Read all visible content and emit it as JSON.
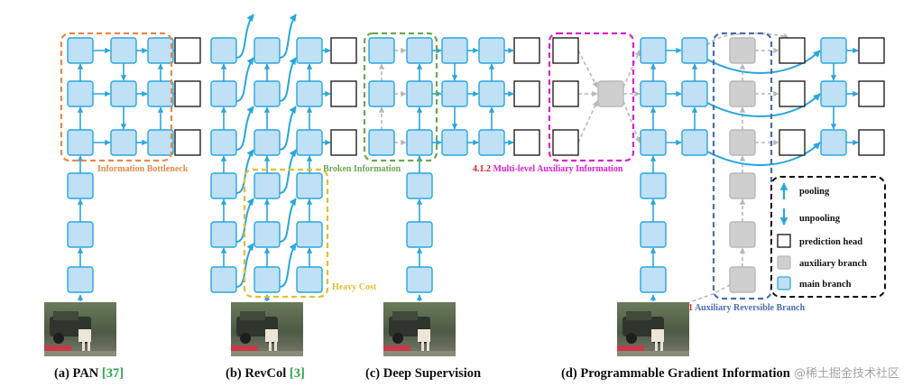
{
  "captions": {
    "pan_prefix": "(a) PAN ",
    "pan_ref": "[37]",
    "revcol_prefix": "(b) RevCol ",
    "revcol_ref": "[3]",
    "deep_supervision": "(c) Deep Supervision",
    "pgi": "(d) Programmable Gradient Information"
  },
  "annotations": {
    "info_bottleneck": "Information Bottleneck",
    "heavy_cost": "Heavy Cost",
    "broken_info": "Broken Information",
    "multi_level_num": "4.1.2",
    "multi_level_text": "Multi-level Auxiliary Information",
    "reversible_num": "4.1.1",
    "reversible_text": "Auxiliary Reversible Branch"
  },
  "legend": {
    "pooling": "pooling",
    "unpooling": "unpooling",
    "prediction_head": "prediction head",
    "auxiliary_branch": "auxiliary branch",
    "main_branch": "main branch"
  },
  "watermark": "@稀土掘金技术社区",
  "colors": {
    "main_fill": "#bfe0f5",
    "main_stroke": "#29a6dd",
    "aux_fill": "#cfcfcf",
    "aux_stroke": "#b8b8b8",
    "orange": "#e8884a",
    "yellow": "#e0c030",
    "green": "#6aa84f",
    "magenta": "#e020d0",
    "blue_dash": "#4a6fb0",
    "red": "#e0202a",
    "ref_green": "#2aa84a"
  }
}
